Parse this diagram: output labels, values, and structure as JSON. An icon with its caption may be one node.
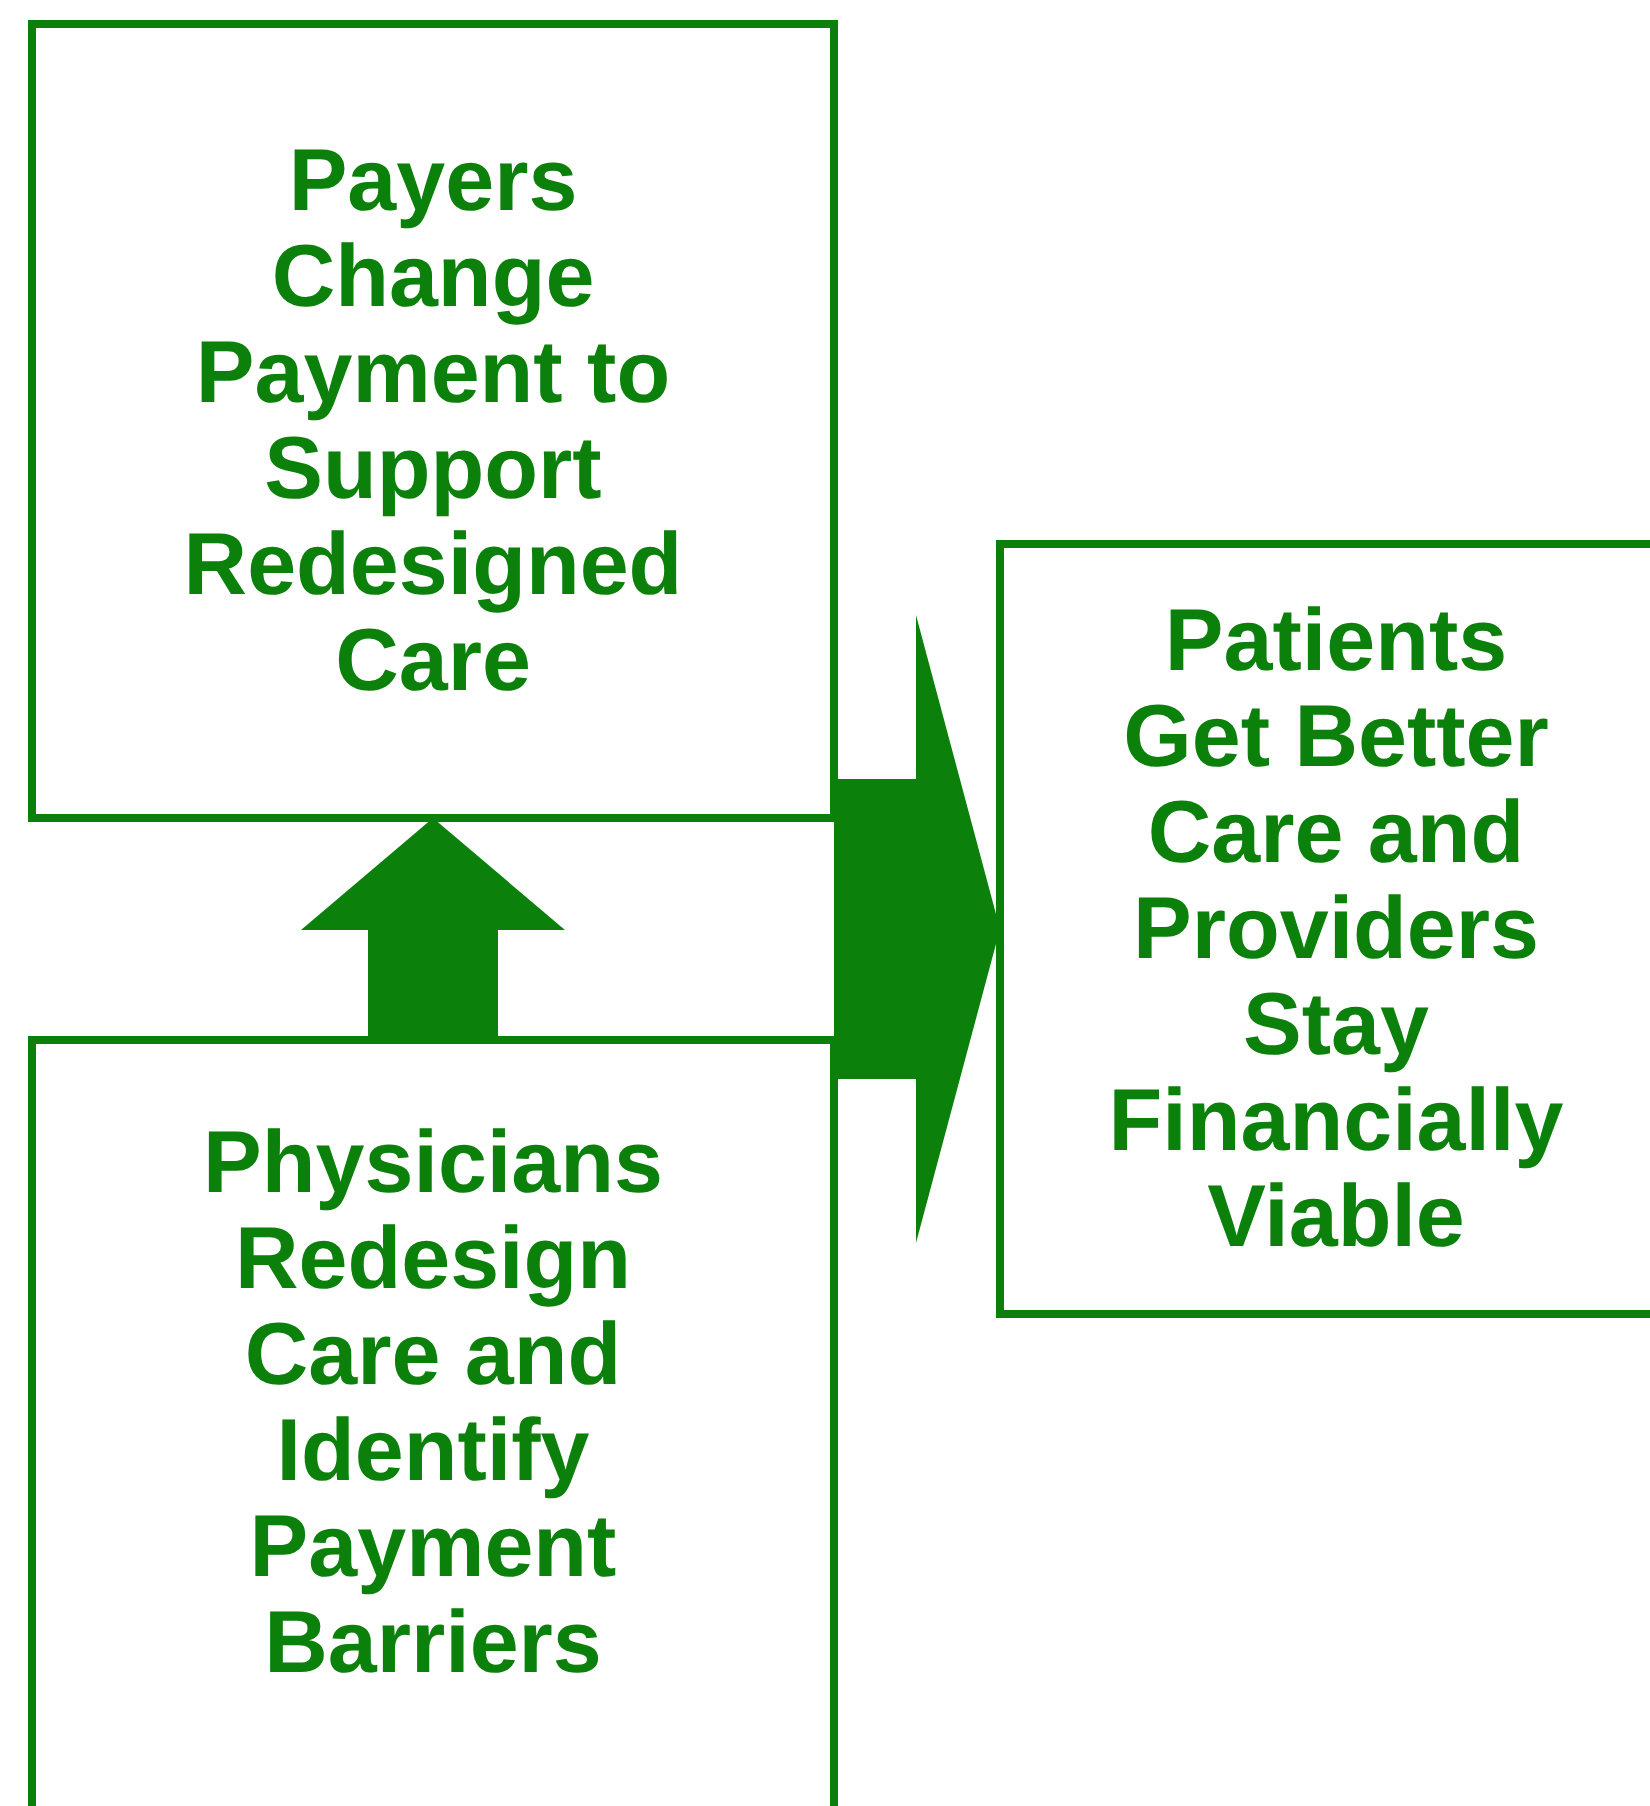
{
  "diagram": {
    "nodes": [
      {
        "text": [
          "Payers Change Payment to Support Redesigned Care"
        ]
      },
      {
        "text": [
          "Physicians Redesign Care and Identify Payment Barriers"
        ]
      },
      {
        "text": [
          "Patients Get Better Care and Providers Stay Financially Viable"
        ]
      }
    ],
    "edges": [
      {
        "from": 1,
        "to": 0,
        "arrow": "to"
      },
      {
        "from": 0,
        "to": 2,
        "arrow": "to"
      },
      {
        "from": 1,
        "to": 2,
        "arrow": "to"
      }
    ]
  }
}
